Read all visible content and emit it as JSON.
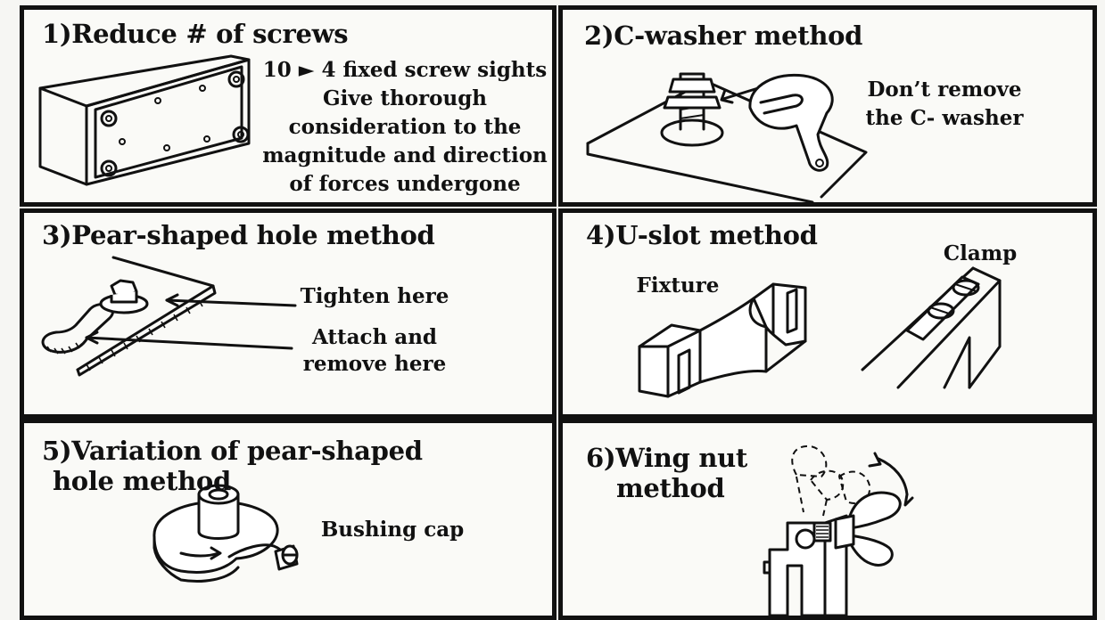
{
  "panels": {
    "p1": {
      "title": "1)Reduce # of screws",
      "lines": [
        "10 ► 4 fixed screw sights",
        "Give thorough",
        "consideration to the",
        "magnitude and direction",
        "of forces undergone"
      ]
    },
    "p2": {
      "title": "2)C-washer method",
      "note_lines": [
        "Don’t remove",
        "the C- washer"
      ]
    },
    "p3": {
      "title": "3)Pear-shaped hole method",
      "tighten": "Tighten here",
      "attach_lines": [
        "Attach and",
        "remove here"
      ]
    },
    "p4": {
      "title": "4)U-slot method",
      "fixture": "Fixture",
      "clamp": "Clamp"
    },
    "p5": {
      "title_lines": [
        "5)Variation of pear-shaped",
        "hole method"
      ],
      "bushing": "Bushing cap"
    },
    "p6": {
      "title_lines": [
        "6)Wing nut",
        "method"
      ]
    }
  }
}
